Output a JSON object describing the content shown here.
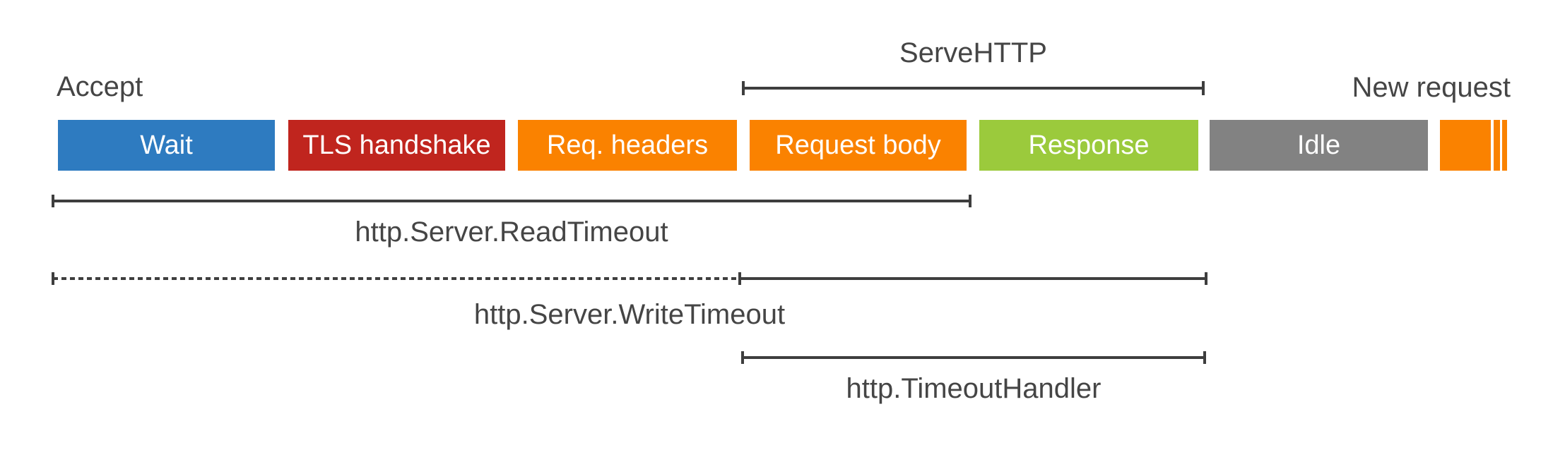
{
  "labels": {
    "accept": "Accept",
    "serve_http": "ServeHTTP",
    "new_request": "New request"
  },
  "bars": [
    {
      "label": "Wait",
      "color": "#2e7bc0"
    },
    {
      "label": "TLS handshake",
      "color": "#c0251e"
    },
    {
      "label": "Req. headers",
      "color": "#fa8200"
    },
    {
      "label": "Request body",
      "color": "#fa8200"
    },
    {
      "label": "Response",
      "color": "#9bca3c"
    },
    {
      "label": "Idle",
      "color": "#828282"
    },
    {
      "label": "",
      "color": "#fa8200",
      "note": "truncated next-request stub with white stripes"
    }
  ],
  "timeout_spans": {
    "read": {
      "label": "http.Server.ReadTimeout",
      "line_style": "solid",
      "covers": [
        "Wait",
        "TLS handshake",
        "Req. headers",
        "Request body"
      ]
    },
    "write": {
      "label": "http.Server.WriteTimeout",
      "line_style": "dotted-then-solid",
      "dotted_covers": [
        "Wait",
        "TLS handshake",
        "Req. headers"
      ],
      "solid_covers": [
        "Request body",
        "Response"
      ]
    },
    "handler": {
      "label": "http.TimeoutHandler",
      "line_style": "solid",
      "covers": [
        "Request body",
        "Response"
      ]
    }
  },
  "colors": {
    "background": "#ffffff",
    "text": "#454545",
    "line": "#3e3e3e"
  }
}
